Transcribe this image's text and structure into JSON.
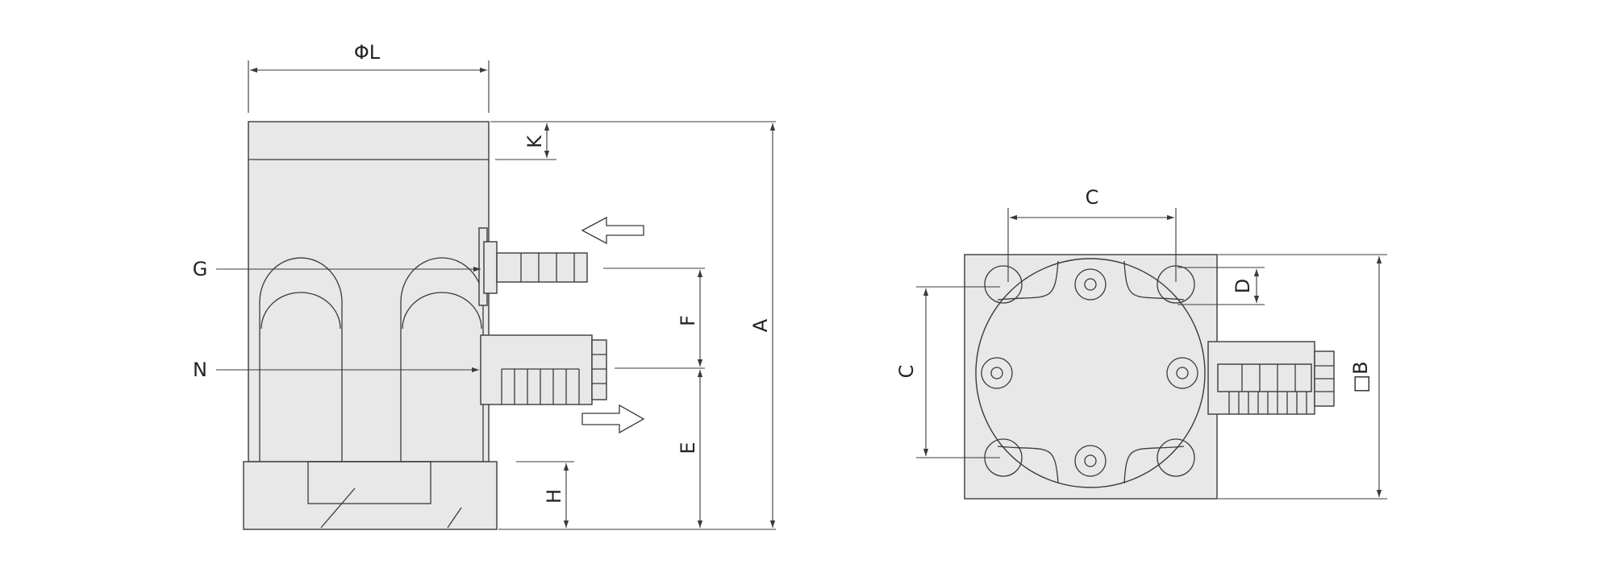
{
  "side_view": {
    "labels": {
      "phi_l": "ΦL",
      "k": "K",
      "g": "G",
      "n": "N",
      "f": "F",
      "a": "A",
      "e": "E",
      "h": "H"
    }
  },
  "top_view": {
    "labels": {
      "c_top": "C",
      "d": "D",
      "c_left": "C",
      "b": "□B"
    }
  },
  "colors": {
    "part_fill": "#e8e8e8",
    "stroke": "#3a3a3a",
    "background": "#ffffff"
  }
}
